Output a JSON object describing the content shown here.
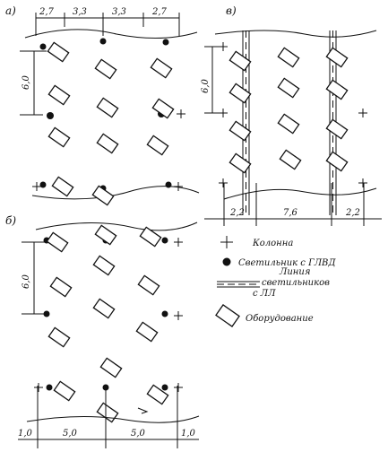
{
  "panels": [
    {
      "id": "a",
      "label": "а)"
    },
    {
      "id": "b",
      "label": "б)"
    },
    {
      "id": "v",
      "label": "в)"
    }
  ],
  "dimensions": {
    "a_top": [
      "2,7",
      "3,3",
      "3,3",
      "2,7"
    ],
    "a_side": "6,0",
    "b_side": "6,0",
    "b_bottom": [
      "1,0",
      "5,0",
      "5,0",
      "1,0"
    ],
    "v_side": "6,0",
    "v_bottom": [
      "2,2",
      "7,6",
      "2,2"
    ]
  },
  "legend": {
    "column": "Колонна",
    "lamp": "Светильник с ГЛВД",
    "line_1": "Линия",
    "line_2": "светильников",
    "line_3": "с ЛЛ",
    "equipment": "Оборудование"
  }
}
